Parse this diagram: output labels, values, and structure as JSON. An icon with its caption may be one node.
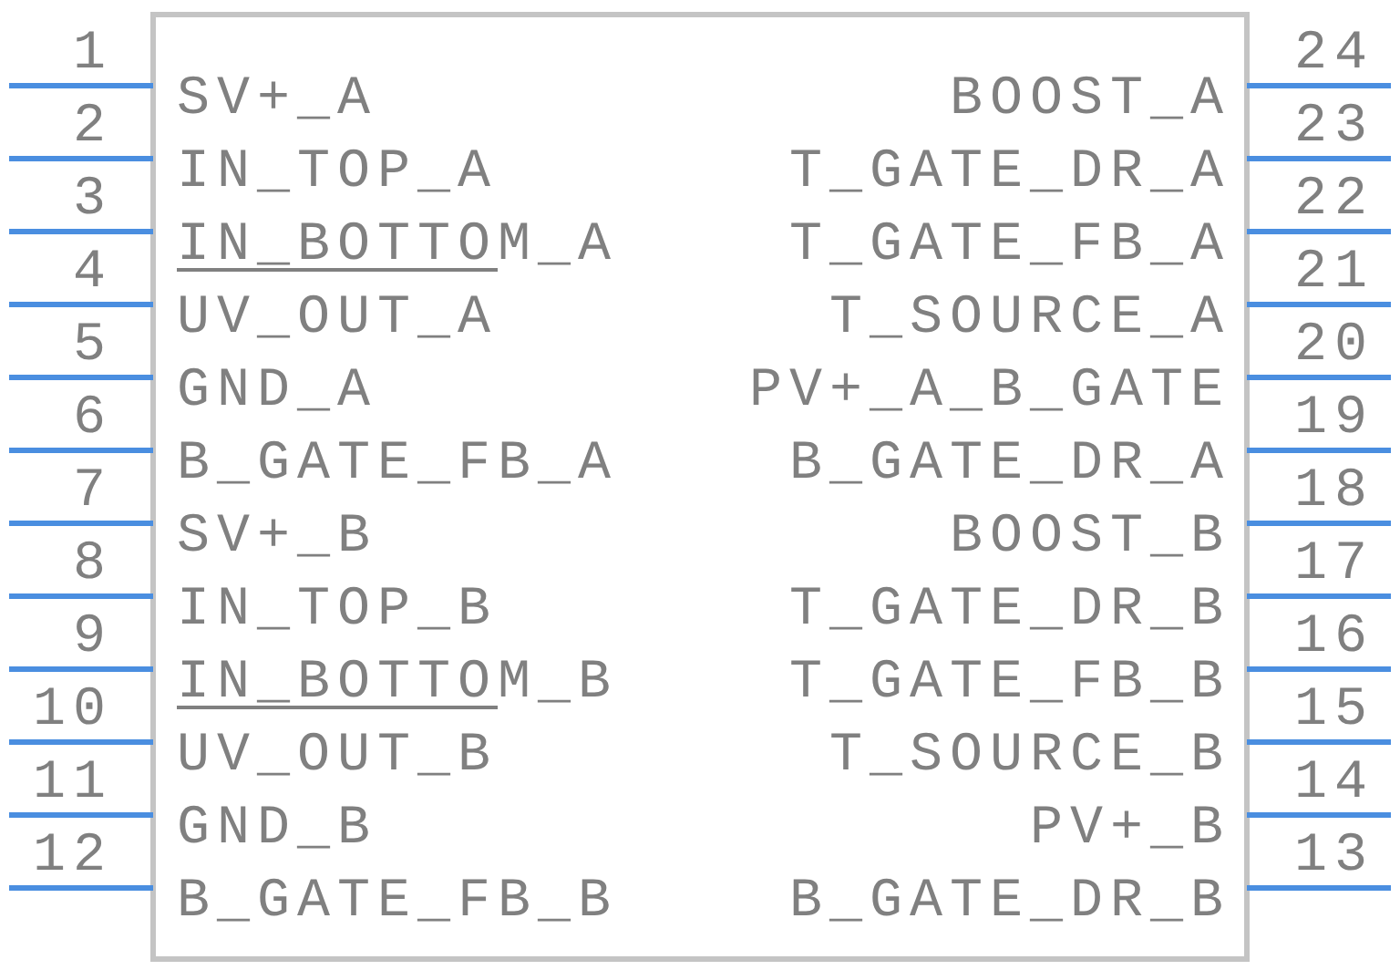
{
  "diagram": {
    "nodes": [
      {
        "text": [],
        "shape": "box"
      }
    ],
    "labels": [
      "1",
      "SV+_A",
      "BOOST_A",
      "24",
      "2",
      "IN_TOP_A",
      "T_GATE_DR_A",
      "23",
      "3",
      "IN_BOTTOM_A",
      "T_GATE_FB_A",
      "22",
      "4",
      "UV_OUT_A",
      "T_SOURCE_A",
      "21",
      "5",
      "GND_A",
      "PV+_A_B_GATE",
      "20",
      "6",
      "B_GATE_FB_A",
      "B_GATE_DR_A",
      "19",
      "7",
      "SV+_B",
      "BOOST_B",
      "18",
      "8",
      "IN_TOP_B",
      "T_GATE_DR_B",
      "17",
      "9",
      "IN_BOTTOM_B",
      "T_GATE_FB_B",
      "16",
      "10",
      "UV_OUT_B",
      "T_SOURCE_B",
      "15",
      "11",
      "GND_B",
      "PV+_B",
      "14",
      "12",
      "B_GATE_FB_B",
      "B_GATE_DR_B",
      "13"
    ]
  }
}
